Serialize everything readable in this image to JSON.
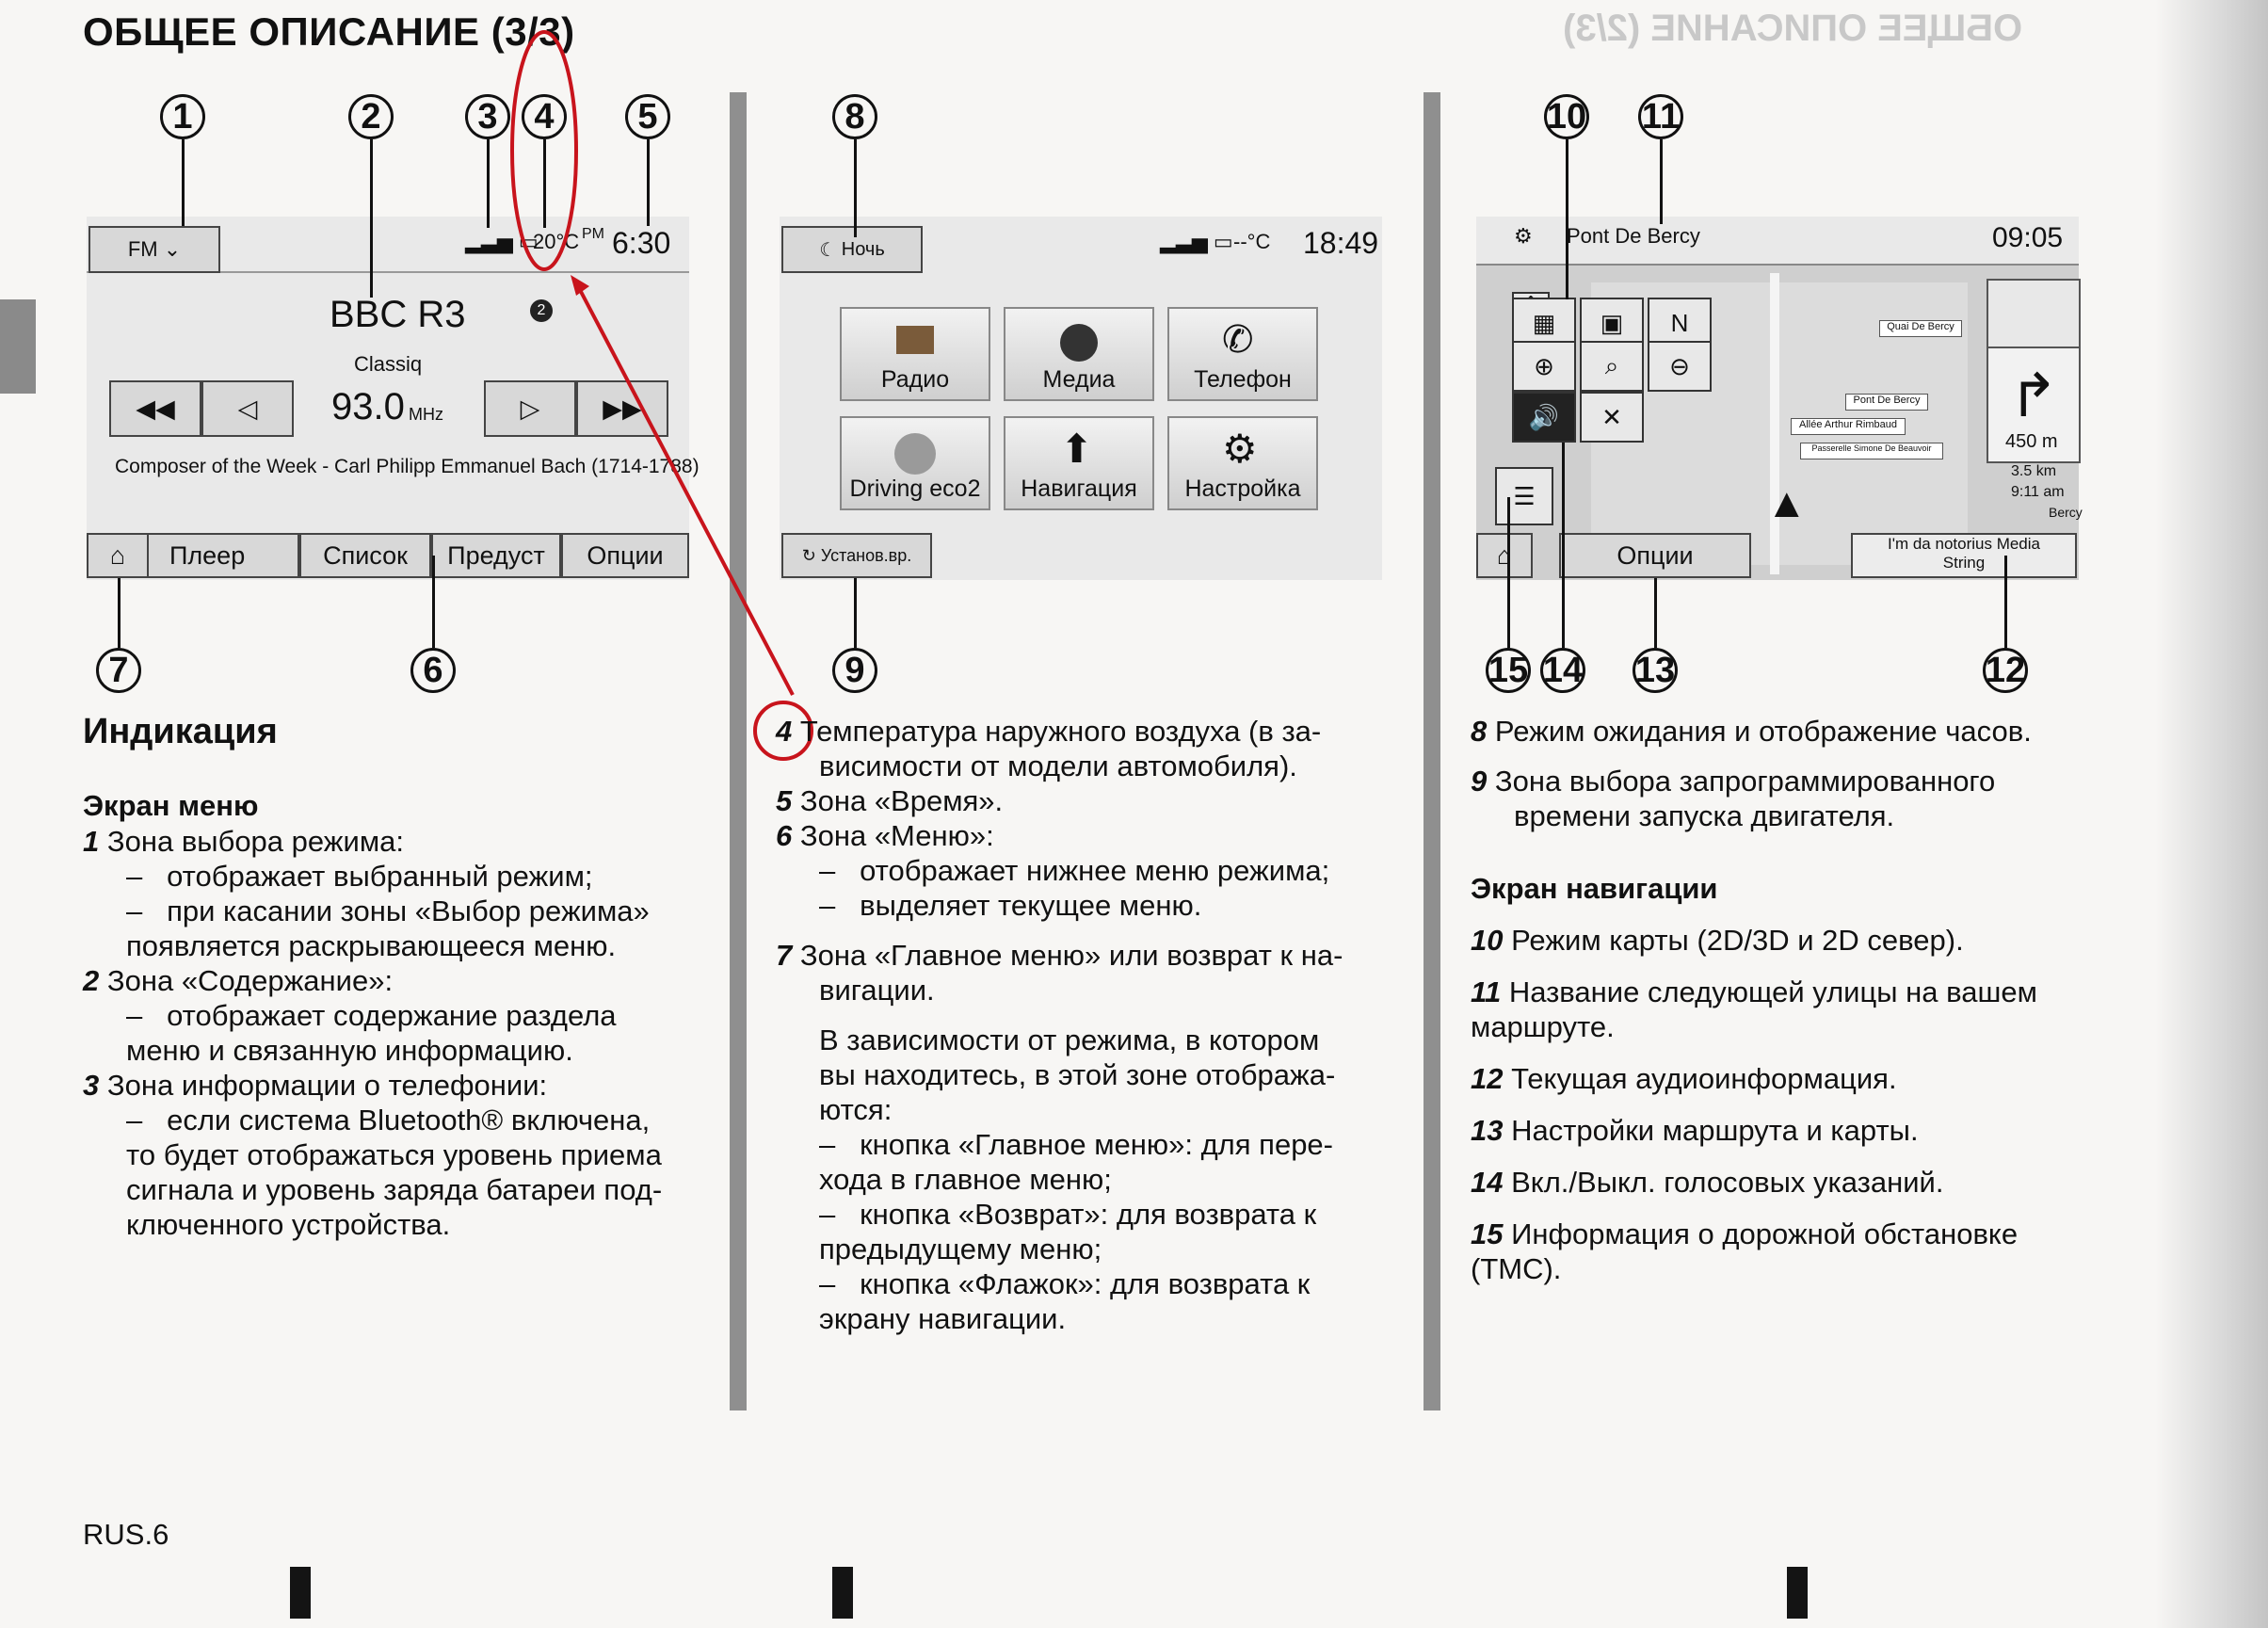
{
  "header": {
    "title": "ОБЩЕЕ ОПИСАНИЕ (3/3)",
    "ghost_title": "ОБЩЕЕ ОПИСАНИЕ (2/3)"
  },
  "callouts": [
    "1",
    "2",
    "3",
    "4",
    "5",
    "6",
    "7",
    "8",
    "9",
    "10",
    "11",
    "12",
    "13",
    "14",
    "15"
  ],
  "radio_screen": {
    "mode": "FM",
    "temp": "20°C",
    "pm": "PM",
    "time": "6:30",
    "station": "BBC R3",
    "genre": "Classiq",
    "frequency": "93.0",
    "unit": "MHz",
    "badge": "2",
    "info_line": "Composer of the Week - Carl Philipp Emmanuel Bach (1714-1788)",
    "menu": [
      "Плеер",
      "Список",
      "Предуст",
      "Опции"
    ]
  },
  "home_screen": {
    "mode": "Ночь",
    "temp": "--°C",
    "time": "18:49",
    "tiles": [
      "Радио",
      "Медиа",
      "Телефон",
      "Driving eco2",
      "Навигация",
      "Настройка"
    ],
    "timer_button": "Установ.вр."
  },
  "nav_screen": {
    "street": "Pont De Bercy",
    "time": "09:05",
    "distance": "450 m",
    "remaining": "3.5 km",
    "eta": "9:11 am",
    "dest": "Bercy",
    "media": [
      "I'm da notorius Media",
      "String"
    ],
    "options": "Опции",
    "labels": [
      "Quai De Bercy",
      "Pont De Bercy",
      "Allée Arthur Rimbaud",
      "Passerelle Simone De Beauvoir"
    ]
  },
  "col1": {
    "heading": "Индикация",
    "sub": "Экран меню",
    "items": [
      {
        "n": "1",
        "t": "Зона выбора режима:"
      },
      {
        "d": "отображает выбранный режим;"
      },
      {
        "d": "при касании зоны «Выбор режима»",
        "c": "появляется раскрывающееся меню."
      },
      {
        "n": "2",
        "t": "Зона «Содержание»:"
      },
      {
        "d": "отображает содержание раздела",
        "c": "меню и связанную информацию."
      },
      {
        "n": "3",
        "t": "Зона информации о телефонии:"
      },
      {
        "d": "если система Bluetooth® включена,",
        "c": "то будет отображаться уровень приема"
      },
      {
        "c": "сигнала и уровень заряда батареи под-"
      },
      {
        "c": "ключенного устройства."
      }
    ]
  },
  "col2": {
    "lines": [
      {
        "n": "4",
        "t": "Температура наружного воздуха (в за-"
      },
      {
        "c": "висимости от модели автомобиля)."
      },
      {
        "n": "5",
        "t": "Зона «Время»."
      },
      {
        "n": "6",
        "t": "Зона «Меню»:"
      },
      {
        "d": "отображает нижнее меню режима;"
      },
      {
        "d": "выделяет текущее меню."
      },
      {
        "n": "7",
        "t": "Зона «Главное меню» или возврат к на-"
      },
      {
        "c": "вигации."
      },
      {
        "c": "В зависимости от режима, в котором"
      },
      {
        "c": "вы находитесь, в этой зоне отобража-"
      },
      {
        "c": "ются:"
      },
      {
        "d": "кнопка «Главное меню»: для пере-"
      },
      {
        "c": "хода в главное меню;"
      },
      {
        "d": "кнопка «Возврат»: для возврата к"
      },
      {
        "c": "предыдущему меню;"
      },
      {
        "d": "кнопка «Флажок»: для возврата к"
      },
      {
        "c": "экрану навигации."
      }
    ]
  },
  "col3": {
    "lines": [
      {
        "n": "8",
        "t": "Режим ожидания и отображение часов."
      },
      {
        "n": "9",
        "t": "Зона выбора запрограммированного"
      },
      {
        "c": "времени запуска двигателя."
      }
    ],
    "sub": "Экран навигации",
    "nav_lines": [
      {
        "n": "10",
        "t": "Режим карты (2D/3D и 2D север)."
      },
      {
        "n": "11",
        "t": "Название следующей улицы на вашем"
      },
      {
        "c": "маршруте."
      },
      {
        "n": "12",
        "t": "Текущая аудиоинформация."
      },
      {
        "n": "13",
        "t": "Настройки маршрута и карты."
      },
      {
        "n": "14",
        "t": "Вкл./Выкл. голосовых указаний."
      },
      {
        "n": "15",
        "t": "Информация о дорожной обстановке"
      },
      {
        "c": "(TMC)."
      }
    ]
  },
  "footer": {
    "page": "RUS.6"
  },
  "colors": {
    "annotation_red": "#c8141c",
    "column_bar": "#8f8f8f"
  }
}
